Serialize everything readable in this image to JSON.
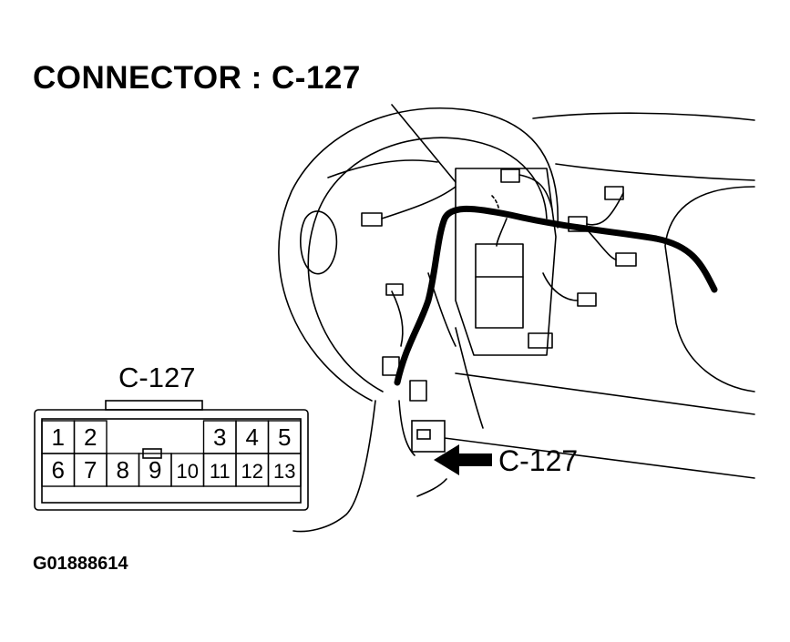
{
  "title": "CONNECTOR : C-127",
  "figure_id": "G01888614",
  "connector_face": {
    "label": "C-127",
    "pins": [
      "1",
      "2",
      "3",
      "4",
      "5",
      "6",
      "7",
      "8",
      "9",
      "10",
      "11",
      "12",
      "13"
    ]
  },
  "callout": {
    "label": "C-127"
  }
}
